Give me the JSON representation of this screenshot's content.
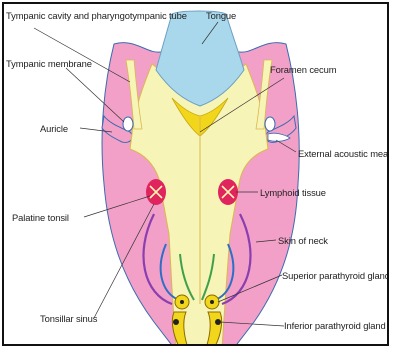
{
  "labels": {
    "tympanic_cavity": "Tympanic cavity and pharyngotympanic tube",
    "tongue": "Tongue",
    "tympanic_membrane": "Tympanic membrane",
    "foramen_cecum": "Foramen cecum",
    "auricle": "Auricle",
    "external_acoustic_meatus": "External acoustic meat",
    "lymphoid_tissue": "Lymphoid tissue",
    "palatine_tonsil": "Palatine tonsil",
    "skin_of_neck": "Skin of neck",
    "superior_parathyroid_gland": "Superior parathyroid gland",
    "tonsillar_sinus": "Tonsillar sinus",
    "inferior_parathyroid_gland": "Inferior parathyroid gland"
  },
  "colors": {
    "ectoderm_pink": "#f2a0c8",
    "endoderm_yellow": "#f7f4b8",
    "tongue_blue": "#a9d8ec",
    "gland_yellow": "#f2d61c",
    "lymphoid_red": "#e0245e",
    "arrow_purple": "#8a3fb0",
    "arrow_blue": "#2d6fc4",
    "arrow_green": "#3fa04a"
  }
}
